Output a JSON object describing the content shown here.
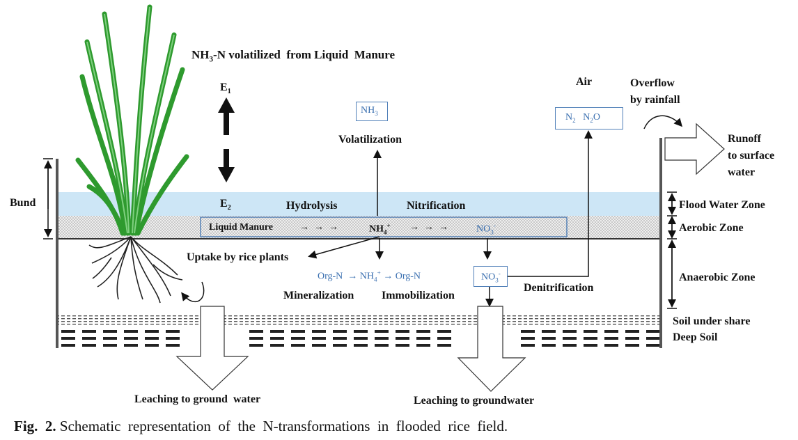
{
  "labels": {
    "top_title": "NH3-N volatilized from Liquid Manure",
    "e1": "E1",
    "e2": "E2",
    "bund": "Bund",
    "hydrolysis": "Hydrolysis",
    "nitrification": "Nitrification",
    "volatilization": "Volatilization",
    "nh3_box": "NH3",
    "air": "Air",
    "n2_n2o_box": "N2   N2O",
    "overflow": "Overflow",
    "by_rainfall": "by rainfall",
    "runoff_1": "Runoff",
    "runoff_2": "to surface",
    "runoff_3": "water",
    "liquid_manure": "Liquid Manure",
    "arrows_1": "→  →  →",
    "nh4_mid": "NH4+",
    "arrows_2": "→  →  →",
    "no3_mid": "NO3-",
    "uptake": "Uptake by rice plants",
    "orgn_cycle": "Org-N  → NH4+ → Org-N",
    "no3_box": "NO3-",
    "mineralization": "Mineralization",
    "immobilization": "Immobilization",
    "denitrification": "Denitrification",
    "leach_left": "Leaching to ground  water",
    "leach_right": "Leaching to groundwater"
  },
  "zones": {
    "flood_water": "Flood Water Zone",
    "aerobic": "Aerobic Zone",
    "anaerobic": "Anaerobic Zone",
    "soil_under_share": "Soil under share",
    "deep_soil": "Deep Soil"
  },
  "caption": {
    "prefix": "Fig.  2.",
    "text": "Schematic  representation  of  the  N-transformations  in  flooded  rice  field."
  },
  "colors": {
    "flood_water": "#cde6f6",
    "aerobic": "#e2e2e2",
    "plant_green": "#2e9a2e",
    "box_border": "#4f7fb8",
    "label_blue": "#3a6fb0"
  }
}
